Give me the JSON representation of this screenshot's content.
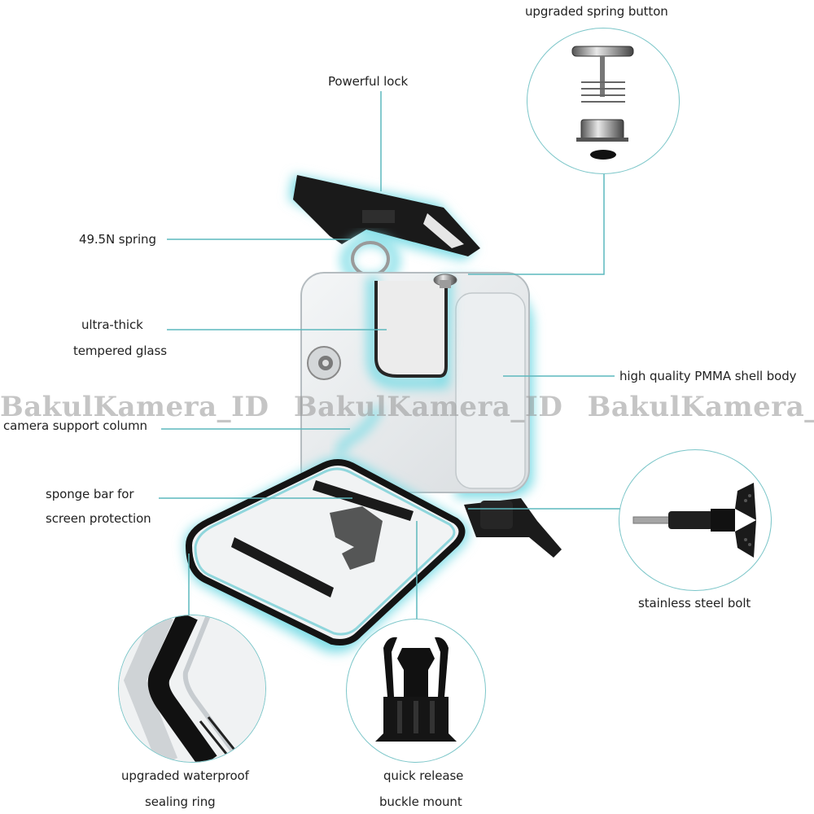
{
  "diagram": {
    "type": "annotated-product-diagram",
    "subject": "waterproof action camera housing",
    "accent_color": "#5cb8bd",
    "glow_color": "#7fdde6",
    "callouts": [
      {
        "id": "powerful-lock",
        "label": "Powerful lock"
      },
      {
        "id": "spring-49",
        "label": "49.5N spring"
      },
      {
        "id": "tempered-glass",
        "lines": [
          "ultra-thick",
          "tempered glass"
        ]
      },
      {
        "id": "camera-support",
        "label": "camera support column"
      },
      {
        "id": "sponge-bar",
        "lines": [
          "sponge bar for",
          "screen protection"
        ]
      },
      {
        "id": "pmma-shell",
        "label": "high quality PMMA shell body"
      }
    ],
    "detail_circles": [
      {
        "id": "spring-button",
        "label": "upgraded spring button"
      },
      {
        "id": "steel-bolt",
        "label": "stainless steel bolt"
      },
      {
        "id": "sealing-ring",
        "lines": [
          "upgraded waterproof",
          "sealing ring"
        ]
      },
      {
        "id": "buckle-mount",
        "lines": [
          "quick release",
          "buckle mount"
        ]
      }
    ]
  },
  "watermark": {
    "text": "BakulKamera_ID",
    "repeat": [
      "BakulKamera_ID",
      "BakulKamera_ID",
      "BakulKamera_ID"
    ]
  }
}
